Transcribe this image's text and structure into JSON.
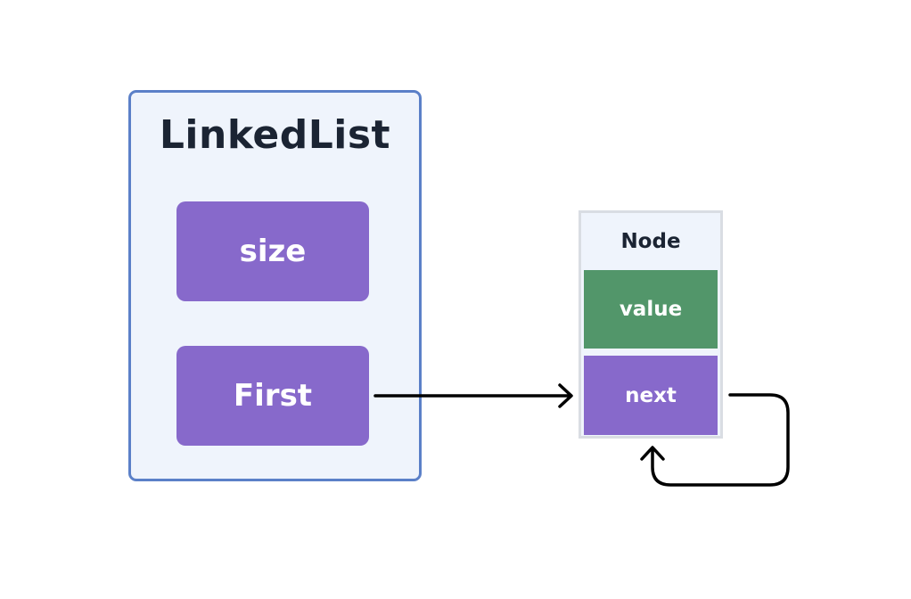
{
  "diagram": {
    "linked_list": {
      "title": "LinkedList",
      "fields": {
        "size": "size",
        "first": "First"
      }
    },
    "node": {
      "title": "Node",
      "fields": {
        "value": "value",
        "next": "next"
      }
    },
    "colors": {
      "container_border": "#5b80c8",
      "container_fill": "#eff4fc",
      "field_purple": "#8769cb",
      "field_green": "#52966a",
      "node_border": "#d9dde3",
      "text_dark": "#1b2433",
      "arrow": "#000000"
    }
  }
}
